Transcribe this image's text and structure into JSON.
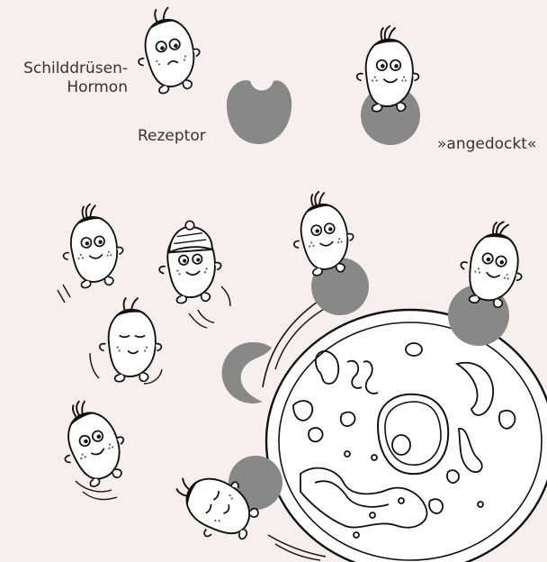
{
  "labels": {
    "hormone_line1": "Schilddrüsen-",
    "hormone_line2": "Hormon",
    "receptor": "Rezeptor",
    "docked": "»angedockt«"
  },
  "colors": {
    "background": "#f7eeee",
    "receptor_fill": "#888888",
    "line": "#111111",
    "cheek": "#666666",
    "hair": "#111111"
  },
  "figures": {
    "hormone_characters": [
      {
        "mood": "worried",
        "state": "free"
      },
      {
        "mood": "happy",
        "state": "docked"
      },
      {
        "mood": "happy",
        "state": "free"
      },
      {
        "mood": "happy",
        "state": "free",
        "wears": "beanie"
      },
      {
        "mood": "sleepy",
        "state": "free"
      },
      {
        "mood": "happy",
        "state": "free"
      },
      {
        "mood": "happy",
        "state": "docked"
      },
      {
        "mood": "happy",
        "state": "docked"
      },
      {
        "mood": "sleepy",
        "state": "docked"
      }
    ],
    "empty_receptors": 2
  }
}
